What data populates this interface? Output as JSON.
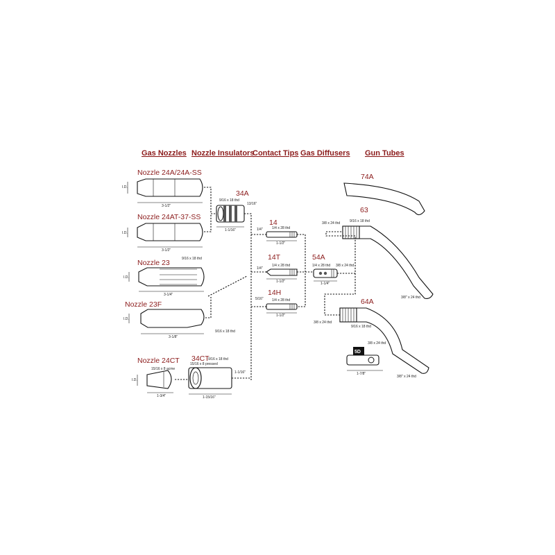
{
  "headers": {
    "gas_nozzles": "Gas Nozzles",
    "nozzle_insulators": "Nozzle Insulators",
    "contact_tips": "Contact Tips",
    "gas_diffusers": "Gas Diffusers",
    "gun_tubes": "Gun Tubes"
  },
  "parts": {
    "nozzle_24a": "Nozzle 24A/24A-SS",
    "nozzle_24at": "Nozzle 24AT-37-SS",
    "nozzle_23": "Nozzle 23",
    "nozzle_23f": "Nozzle 23F",
    "nozzle_24ct": "Nozzle 24CT",
    "insulator_34a": "34A",
    "insulator_34ct": "34CT",
    "tip_14": "14",
    "tip_14t": "14T",
    "tip_14h": "14H",
    "diffuser_54a": "54A",
    "tube_74a": "74A",
    "tube_63": "63",
    "tube_64a": "64A",
    "adapter_5d": "5D"
  },
  "dims": {
    "id": "I.D.",
    "len_3_1_2": "3-1/2\"",
    "len_3_1_4": "3-1/4\"",
    "len_3_1_8": "3-1/8\"",
    "len_1_3_4": "1-3/4\"",
    "len_1_1_16": "1-1/16\"",
    "len_1_15_16": "1-15/16\"",
    "len_1_1_2": "1-1/2\"",
    "len_1_1_4": "1-1/4\"",
    "len_1_7_8": "1-7/8\"",
    "len_13_16": "13/16\"",
    "thd_9_16_18": "9/16 x 18 thd",
    "thd_15_16_8_acme": "15/16 x 8 acme",
    "thd_15_16_8_pressed": "15/16 x 8 pressed",
    "thd_1_4_28": "1/4 x 28 thd",
    "thd_3_8_24": "3/8 x 24 thd",
    "thd_3_8_24_b": "3/8\" x 24 thd",
    "frac_1_4": "1/4\"",
    "frac_5_16": "5/16\""
  }
}
